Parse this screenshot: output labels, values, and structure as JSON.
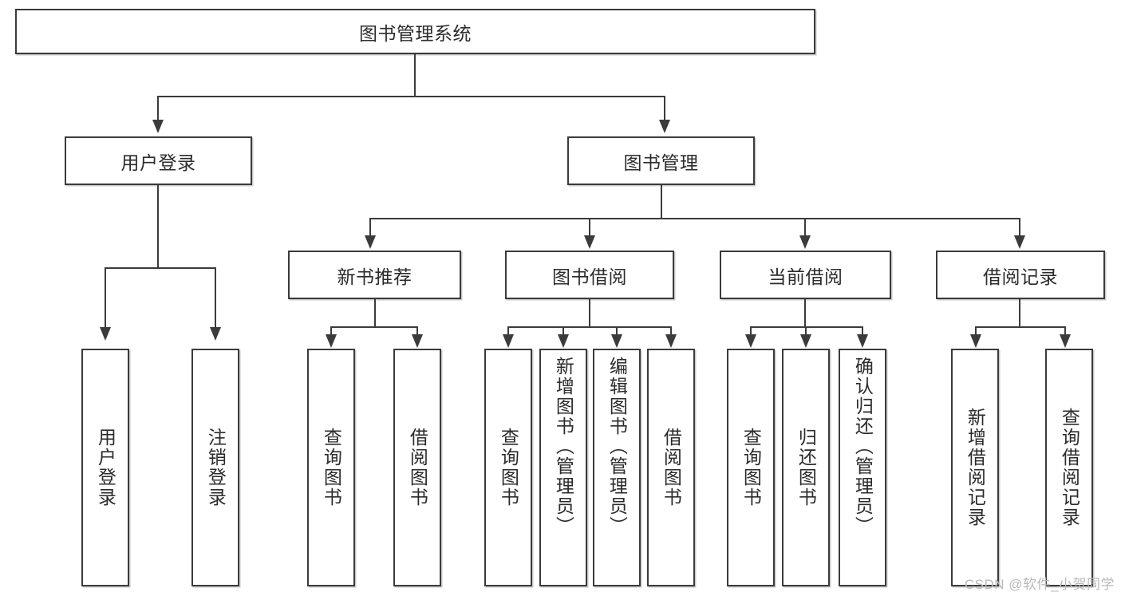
{
  "diagram": {
    "type": "tree-hierarchy",
    "title": "图书管理系统",
    "root": {
      "id": "root",
      "label": "图书管理系统",
      "orientation": "horizontal"
    },
    "level2": [
      {
        "id": "user-login",
        "label": "用户登录",
        "orientation": "horizontal"
      },
      {
        "id": "book-manage",
        "label": "图书管理",
        "orientation": "horizontal"
      }
    ],
    "level3": [
      {
        "id": "new-book-rec",
        "label": "新书推荐",
        "parent": "book-manage",
        "orientation": "horizontal"
      },
      {
        "id": "book-borrow",
        "label": "图书借阅",
        "parent": "book-manage",
        "orientation": "horizontal"
      },
      {
        "id": "current-borrow",
        "label": "当前借阅",
        "parent": "book-manage",
        "orientation": "horizontal"
      },
      {
        "id": "borrow-record",
        "label": "借阅记录",
        "parent": "book-manage",
        "orientation": "horizontal"
      }
    ],
    "leaves": {
      "user_login": [
        {
          "id": "leaf-user-login",
          "label": "用户登录"
        },
        {
          "id": "leaf-logout",
          "label": "注销登录"
        }
      ],
      "new_book_rec": [
        {
          "id": "leaf-query-book-1",
          "label": "查询图书"
        },
        {
          "id": "leaf-borrow-book-1",
          "label": "借阅图书"
        }
      ],
      "book_borrow": [
        {
          "id": "leaf-query-book-2",
          "label": "查询图书"
        },
        {
          "id": "leaf-add-book",
          "label": "新增图书（管理员）"
        },
        {
          "id": "leaf-edit-book",
          "label": "编辑图书（管理员）"
        },
        {
          "id": "leaf-borrow-book-2",
          "label": "借阅图书"
        }
      ],
      "current_borrow": [
        {
          "id": "leaf-query-book-3",
          "label": "查询图书"
        },
        {
          "id": "leaf-return-book",
          "label": "归还图书"
        },
        {
          "id": "leaf-confirm-return",
          "label": "确认归还（管理员）"
        }
      ],
      "borrow_record": [
        {
          "id": "leaf-add-record",
          "label": "新增借阅记录"
        },
        {
          "id": "leaf-query-record",
          "label": "查询借阅记录"
        }
      ]
    },
    "watermark": "CSDN @软件_小贺同学",
    "colors": {
      "stroke": "#3b3b3b",
      "text": "#2b2b2b",
      "background": "#ffffff",
      "shadow": "#c9c9c9",
      "watermark": "#b9b9b9"
    }
  }
}
